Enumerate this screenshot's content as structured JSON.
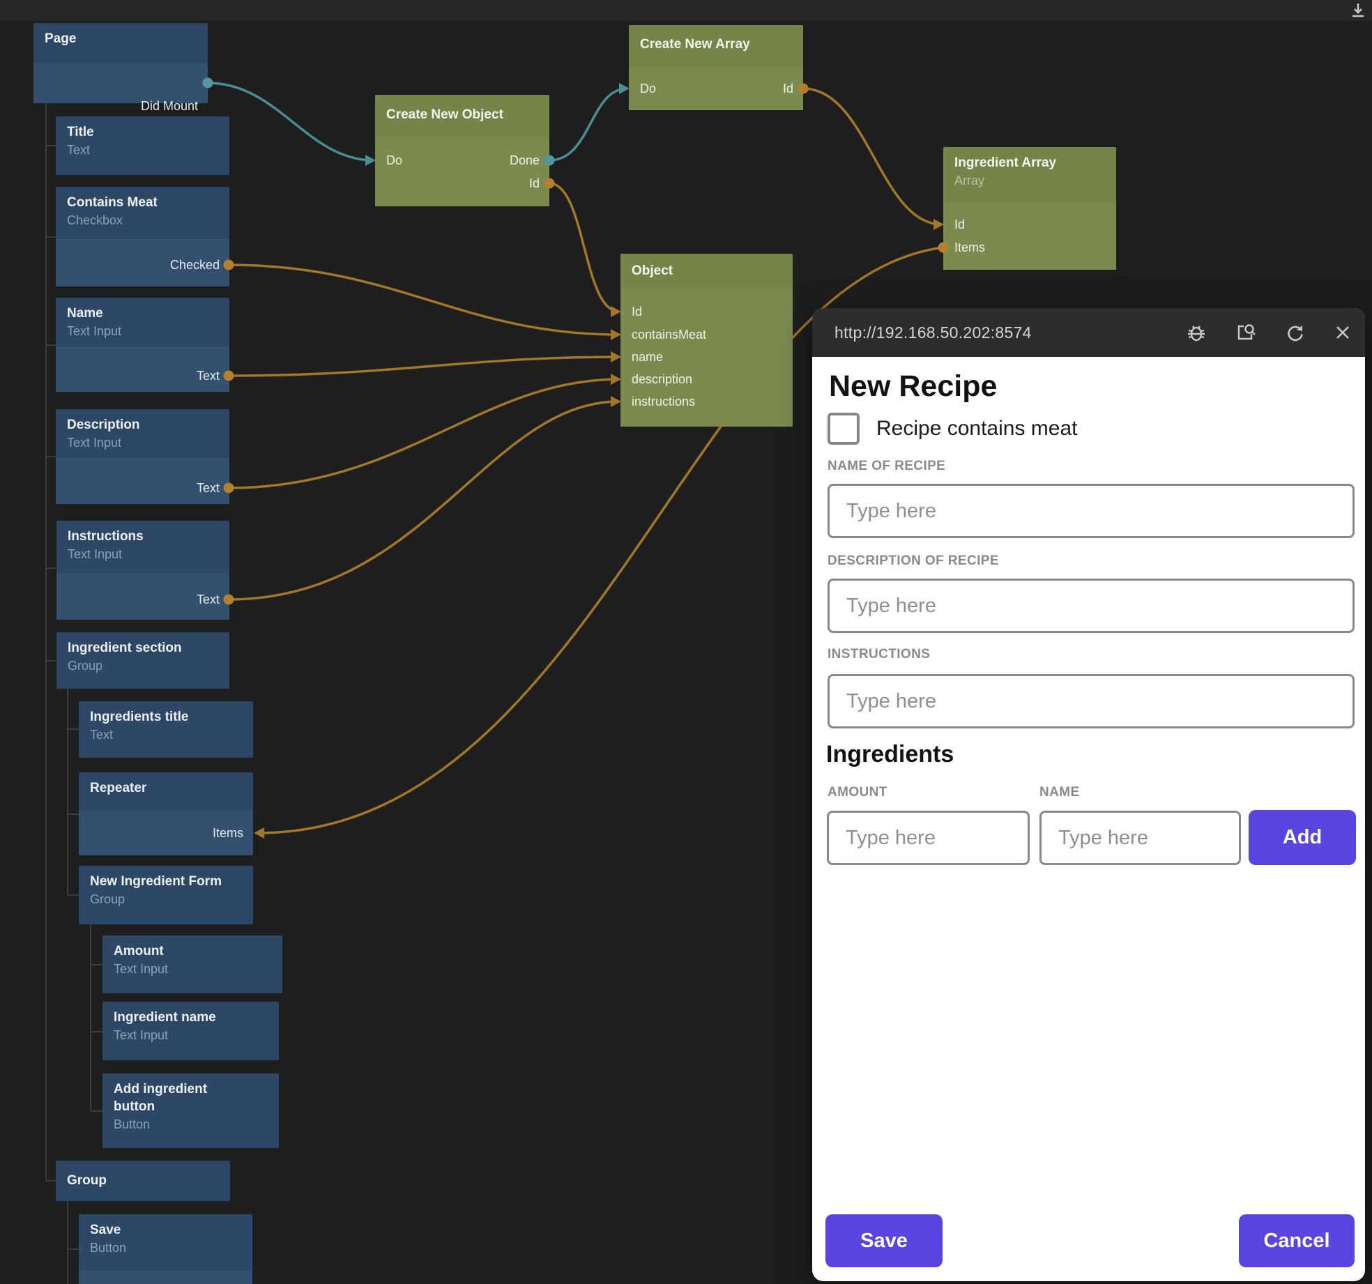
{
  "topbar": {
    "download_icon": "download-arrow-icon"
  },
  "colors": {
    "accent_purple": "#5b45e0",
    "signal_connection": "#4b8d94",
    "data_connection": "#a2772a",
    "node_blue": "#2c4866",
    "node_green": "#75854a"
  },
  "canvas": {
    "nodes": {
      "page": {
        "title": "Page",
        "ports": {
          "did_mount": "Did Mount"
        }
      },
      "title_text": {
        "title": "Title",
        "subtitle": "Text"
      },
      "contains_meat": {
        "title": "Contains Meat",
        "subtitle": "Checkbox",
        "ports": {
          "checked": "Checked"
        }
      },
      "name_input": {
        "title": "Name",
        "subtitle": "Text Input",
        "ports": {
          "text": "Text"
        }
      },
      "description_input": {
        "title": "Description",
        "subtitle": "Text Input",
        "ports": {
          "text": "Text"
        }
      },
      "instructions_input": {
        "title": "Instructions",
        "subtitle": "Text Input",
        "ports": {
          "text": "Text"
        }
      },
      "ingredient_section": {
        "title": "Ingredient section",
        "subtitle": "Group"
      },
      "ingredients_title": {
        "title": "Ingredients title",
        "subtitle": "Text"
      },
      "repeater": {
        "title": "Repeater",
        "ports": {
          "items": "Items"
        }
      },
      "new_ingredient_form": {
        "title": "New Ingredient Form",
        "subtitle": "Group"
      },
      "amount": {
        "title": "Amount",
        "subtitle": "Text Input"
      },
      "ingredient_name": {
        "title": "Ingredient name",
        "subtitle": "Text Input"
      },
      "add_ingredient_button": {
        "title": "Add ingredient button",
        "subtitle": "Button"
      },
      "group": {
        "title": "Group"
      },
      "save": {
        "title": "Save",
        "subtitle": "Button"
      },
      "create_new_object": {
        "title": "Create New Object",
        "ports": {
          "do": "Do",
          "done": "Done",
          "id": "Id"
        }
      },
      "create_new_array": {
        "title": "Create New Array",
        "ports": {
          "do": "Do",
          "id": "Id"
        }
      },
      "ingredient_array": {
        "title": "Ingredient Array",
        "subtitle": "Array",
        "ports": {
          "id": "Id",
          "items": "Items"
        }
      },
      "object": {
        "title": "Object",
        "ports": {
          "id": "Id",
          "contains_meat": "containsMeat",
          "name": "name",
          "description": "description",
          "instructions": "instructions"
        }
      }
    }
  },
  "preview": {
    "url": "http://192.168.50.202:8574",
    "icons": [
      "bug-icon",
      "inspect-page-icon",
      "reload-icon",
      "close-icon"
    ],
    "form": {
      "title": "New Recipe",
      "checkbox_label": "Recipe contains meat",
      "checkbox_checked": false,
      "name_label": "NAME OF RECIPE",
      "description_label": "DESCRIPTION OF RECIPE",
      "instructions_label": "INSTRUCTIONS",
      "placeholder": "Type here",
      "ingredients_title": "Ingredients",
      "amount_label": "AMOUNT",
      "name_col_label": "NAME",
      "add_button": "Add",
      "save_button": "Save",
      "cancel_button": "Cancel"
    }
  }
}
